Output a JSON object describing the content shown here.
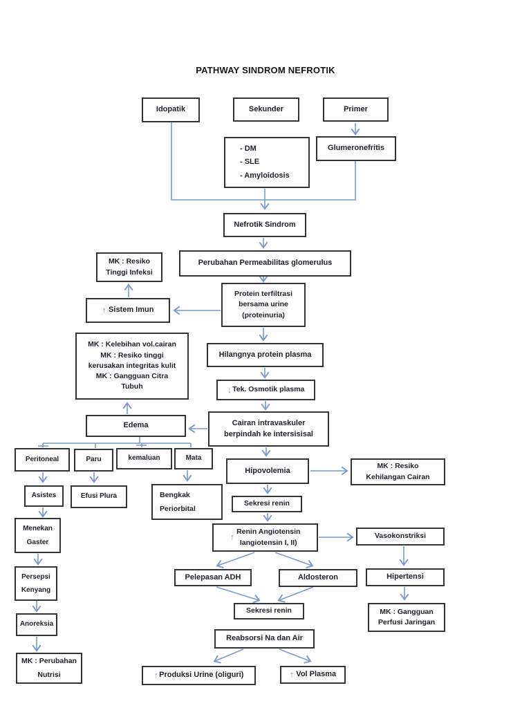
{
  "page": {
    "title": "PATHWAY SINDROM NEFROTIK",
    "background": "#ffffff"
  },
  "colors": {
    "arrow_blue": "#7a99cc",
    "box_border": "#333333",
    "text": "#20202a"
  },
  "icons": {
    "up_arrow": "↑",
    "down_arrow": "↓"
  },
  "nodes": {
    "idopatik": {
      "label": "Idopatik"
    },
    "sekunder": {
      "label": "Sekunder"
    },
    "primer": {
      "label": "Primer"
    },
    "causes": {
      "label": "- DM\n- SLE\n- Amyloidosis"
    },
    "glumeronefritis": {
      "label": "Glumeronefritis"
    },
    "nefrotik": {
      "label": "Nefrotik Sindrom"
    },
    "perubahan": {
      "label": "Perubahan Permeabilitas glomerulus"
    },
    "mk_infeksi": {
      "label": "MK : Resiko\nTinggi Infeksi"
    },
    "sistem_imun": {
      "label": "Sistem Imun"
    },
    "protein": {
      "label": "Protein terfiltrasi\nbersama urine\n(proteinuria)"
    },
    "mk_kelebihan": {
      "label": "MK : Kelebihan vol.cairan\nMK : Resiko tinggi\nkerusakan integritas kulit\nMK : Gangguan Citra\nTubuh"
    },
    "hilangnya": {
      "label": "Hilangnya protein plasma"
    },
    "tek_osmotik": {
      "label": "Tek. Osmotik plasma"
    },
    "cairan": {
      "label": "Cairan intravaskuler\nberpindah ke intersisisal"
    },
    "edema": {
      "label": "Edema"
    },
    "peritoneal": {
      "label": "Peritoneal"
    },
    "paru": {
      "label": "Paru"
    },
    "kemaluan": {
      "label": "kemaluan"
    },
    "mata": {
      "label": "Mata"
    },
    "hipovolemia": {
      "label": "Hipovolemia"
    },
    "mk_kehilangan": {
      "label": "MK : Resiko\nKehilangan Cairan"
    },
    "asistes": {
      "label": "Asistes"
    },
    "efusi": {
      "label": "Efusi Plura"
    },
    "bengkak": {
      "label": "Bengkak\nPeriorbital"
    },
    "sekresi1": {
      "label": "Sekresi renin"
    },
    "menekan": {
      "label": "Menekan\nGaster"
    },
    "renin": {
      "label": "Renin Angiotensin\nIangiotensin I, II)"
    },
    "vasokonstriksi": {
      "label": "Vasokonstriksi"
    },
    "persepsi": {
      "label": "Persepsi\nKenyang"
    },
    "pelepasan": {
      "label": "Pelepasan ADH"
    },
    "aldosteron": {
      "label": "Aldosteron"
    },
    "hipertensi": {
      "label": "Hipertensi"
    },
    "anoreksia": {
      "label": "Anoreksia"
    },
    "sekresi2": {
      "label": "Sekresi renin"
    },
    "mk_perfusi": {
      "label": "MK : Gangguan\nPerfusi Jaringan"
    },
    "reabsorsi": {
      "label": "Reabsorsi Na dan Air"
    },
    "mk_nutrisi": {
      "label": "MK : Perubahan\nNutrisi"
    },
    "produksi": {
      "label": "Produksi Urine (oliguri)"
    },
    "vol_plasma": {
      "label": "Vol Plasma"
    }
  }
}
